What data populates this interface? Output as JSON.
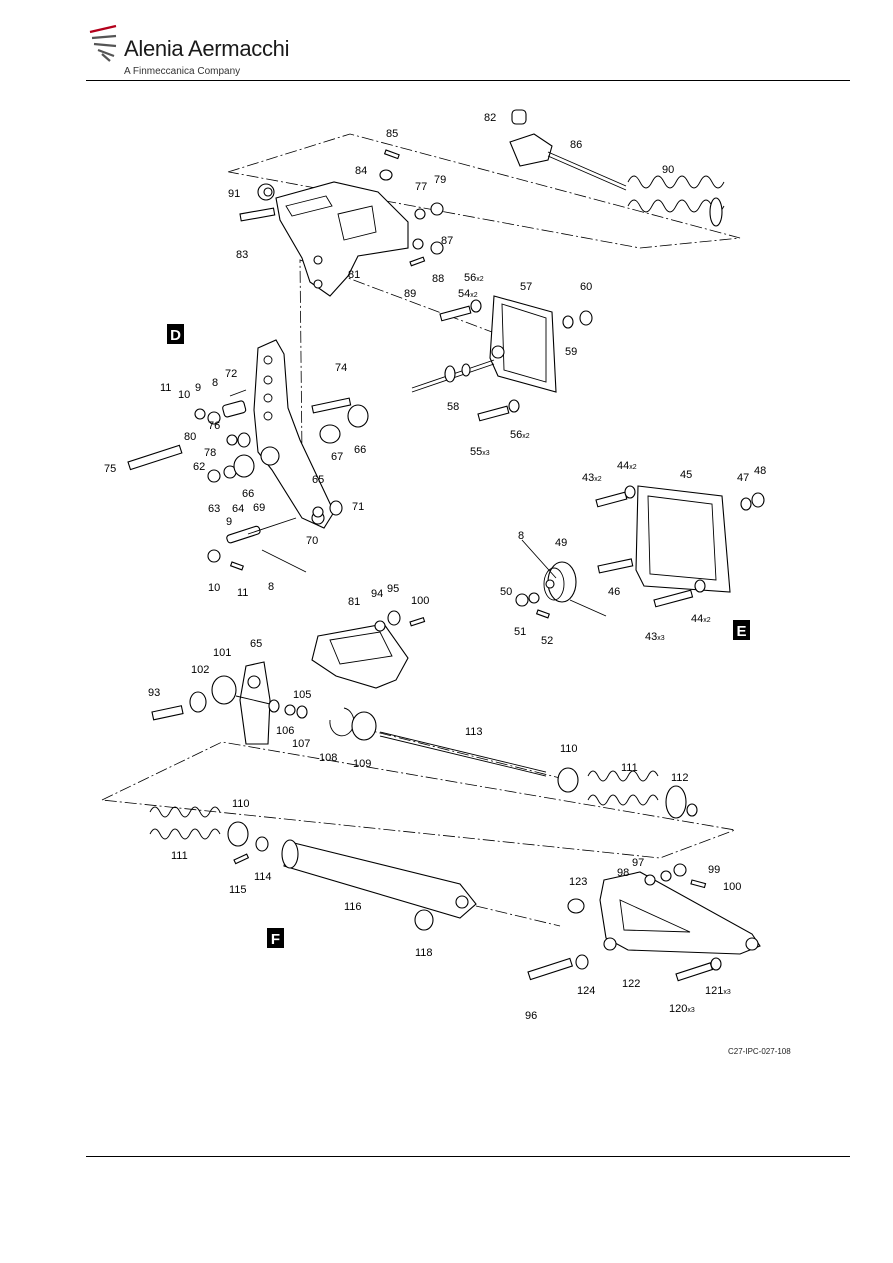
{
  "header": {
    "brand": "Alenia Aermacchi",
    "subtitle": "A Finmeccanica Company"
  },
  "drawing_ref": "C27-IPC-027-108",
  "views": [
    {
      "letter": "D"
    },
    {
      "letter": "E"
    },
    {
      "letter": "F"
    }
  ],
  "callouts": [
    {
      "label": "85",
      "qty": ""
    },
    {
      "label": "84",
      "qty": ""
    },
    {
      "label": "91",
      "qty": ""
    },
    {
      "label": "83",
      "qty": ""
    },
    {
      "label": "77",
      "qty": ""
    },
    {
      "label": "79",
      "qty": ""
    },
    {
      "label": "87",
      "qty": ""
    },
    {
      "label": "88",
      "qty": ""
    },
    {
      "label": "89",
      "qty": ""
    },
    {
      "label": "81",
      "qty": ""
    },
    {
      "label": "82",
      "qty": ""
    },
    {
      "label": "86",
      "qty": ""
    },
    {
      "label": "90",
      "qty": ""
    },
    {
      "label": "56",
      "qty": "x2"
    },
    {
      "label": "54",
      "qty": "x2"
    },
    {
      "label": "57",
      "qty": ""
    },
    {
      "label": "60",
      "qty": ""
    },
    {
      "label": "59",
      "qty": ""
    },
    {
      "label": "58",
      "qty": ""
    },
    {
      "label": "55",
      "qty": "x3"
    },
    {
      "label": "56",
      "qty": "x2"
    },
    {
      "label": "74",
      "qty": ""
    },
    {
      "label": "72",
      "qty": ""
    },
    {
      "label": "11",
      "qty": ""
    },
    {
      "label": "9",
      "qty": ""
    },
    {
      "label": "10",
      "qty": ""
    },
    {
      "label": "8",
      "qty": ""
    },
    {
      "label": "76",
      "qty": ""
    },
    {
      "label": "80",
      "qty": ""
    },
    {
      "label": "78",
      "qty": ""
    },
    {
      "label": "67",
      "qty": ""
    },
    {
      "label": "66",
      "qty": ""
    },
    {
      "label": "75",
      "qty": ""
    },
    {
      "label": "62",
      "qty": ""
    },
    {
      "label": "66",
      "qty": ""
    },
    {
      "label": "65",
      "qty": ""
    },
    {
      "label": "63",
      "qty": ""
    },
    {
      "label": "64",
      "qty": ""
    },
    {
      "label": "69",
      "qty": ""
    },
    {
      "label": "71",
      "qty": ""
    },
    {
      "label": "9",
      "qty": ""
    },
    {
      "label": "70",
      "qty": ""
    },
    {
      "label": "10",
      "qty": ""
    },
    {
      "label": "11",
      "qty": ""
    },
    {
      "label": "8",
      "qty": ""
    },
    {
      "label": "43",
      "qty": "x2"
    },
    {
      "label": "44",
      "qty": "x2"
    },
    {
      "label": "45",
      "qty": ""
    },
    {
      "label": "47",
      "qty": ""
    },
    {
      "label": "48",
      "qty": ""
    },
    {
      "label": "8",
      "qty": ""
    },
    {
      "label": "49",
      "qty": ""
    },
    {
      "label": "46",
      "qty": ""
    },
    {
      "label": "50",
      "qty": ""
    },
    {
      "label": "51",
      "qty": ""
    },
    {
      "label": "52",
      "qty": ""
    },
    {
      "label": "43",
      "qty": "x3"
    },
    {
      "label": "44",
      "qty": "x2"
    },
    {
      "label": "81",
      "qty": ""
    },
    {
      "label": "94",
      "qty": ""
    },
    {
      "label": "95",
      "qty": ""
    },
    {
      "label": "100",
      "qty": ""
    },
    {
      "label": "65",
      "qty": ""
    },
    {
      "label": "101",
      "qty": ""
    },
    {
      "label": "102",
      "qty": ""
    },
    {
      "label": "93",
      "qty": ""
    },
    {
      "label": "105",
      "qty": ""
    },
    {
      "label": "106",
      "qty": ""
    },
    {
      "label": "107",
      "qty": ""
    },
    {
      "label": "108",
      "qty": ""
    },
    {
      "label": "109",
      "qty": ""
    },
    {
      "label": "113",
      "qty": ""
    },
    {
      "label": "110",
      "qty": ""
    },
    {
      "label": "111",
      "qty": ""
    },
    {
      "label": "112",
      "qty": ""
    },
    {
      "label": "110",
      "qty": ""
    },
    {
      "label": "111",
      "qty": ""
    },
    {
      "label": "115",
      "qty": ""
    },
    {
      "label": "114",
      "qty": ""
    },
    {
      "label": "116",
      "qty": ""
    },
    {
      "label": "118",
      "qty": ""
    },
    {
      "label": "123",
      "qty": ""
    },
    {
      "label": "98",
      "qty": ""
    },
    {
      "label": "97",
      "qty": ""
    },
    {
      "label": "99",
      "qty": ""
    },
    {
      "label": "100",
      "qty": ""
    },
    {
      "label": "122",
      "qty": ""
    },
    {
      "label": "124",
      "qty": ""
    },
    {
      "label": "96",
      "qty": ""
    },
    {
      "label": "120",
      "qty": "x3"
    },
    {
      "label": "121",
      "qty": "x3"
    }
  ]
}
